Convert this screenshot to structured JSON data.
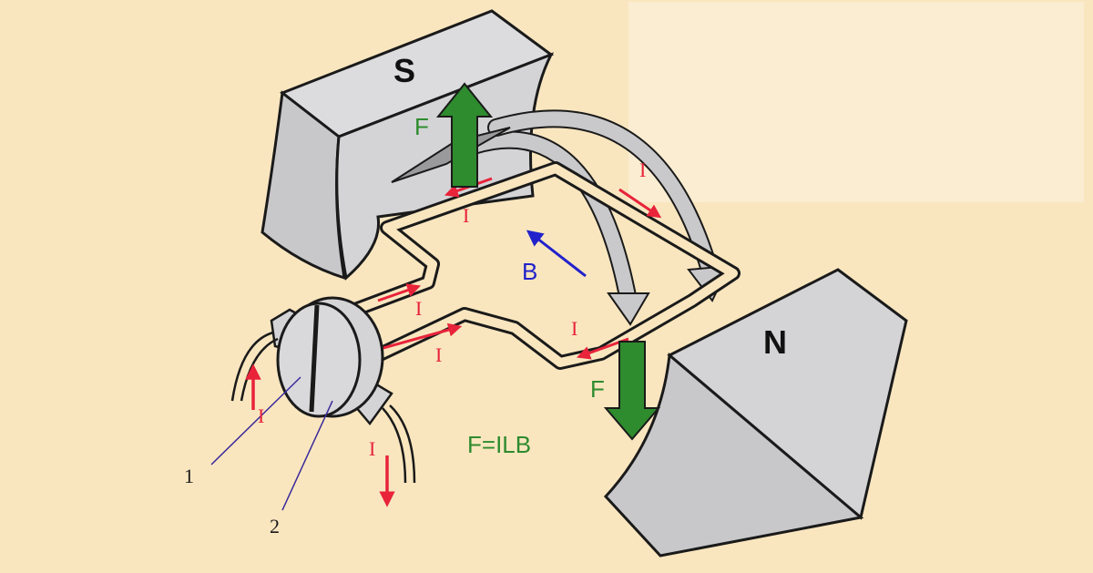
{
  "labels": {
    "south_pole": "S",
    "north_pole": "N",
    "force_top": "F",
    "force_bottom": "F",
    "field": "B",
    "formula": "F=ILB",
    "current": "I",
    "part_1": "1",
    "part_2": "2"
  },
  "colors": {
    "background": "#f9e6bf",
    "magnet": "#d4d4d6",
    "outline": "#1a1a1a",
    "force": "#2e8b2e",
    "current": "#e8233a",
    "field_arrow": "#2222cc",
    "flux": "#c9c9cb",
    "leader_line": "#3a2a9a"
  },
  "icons": {
    "force": "green-block-arrow",
    "current": "red-arrow",
    "field": "blue-arrow",
    "flux": "grey-curved-arrow"
  }
}
